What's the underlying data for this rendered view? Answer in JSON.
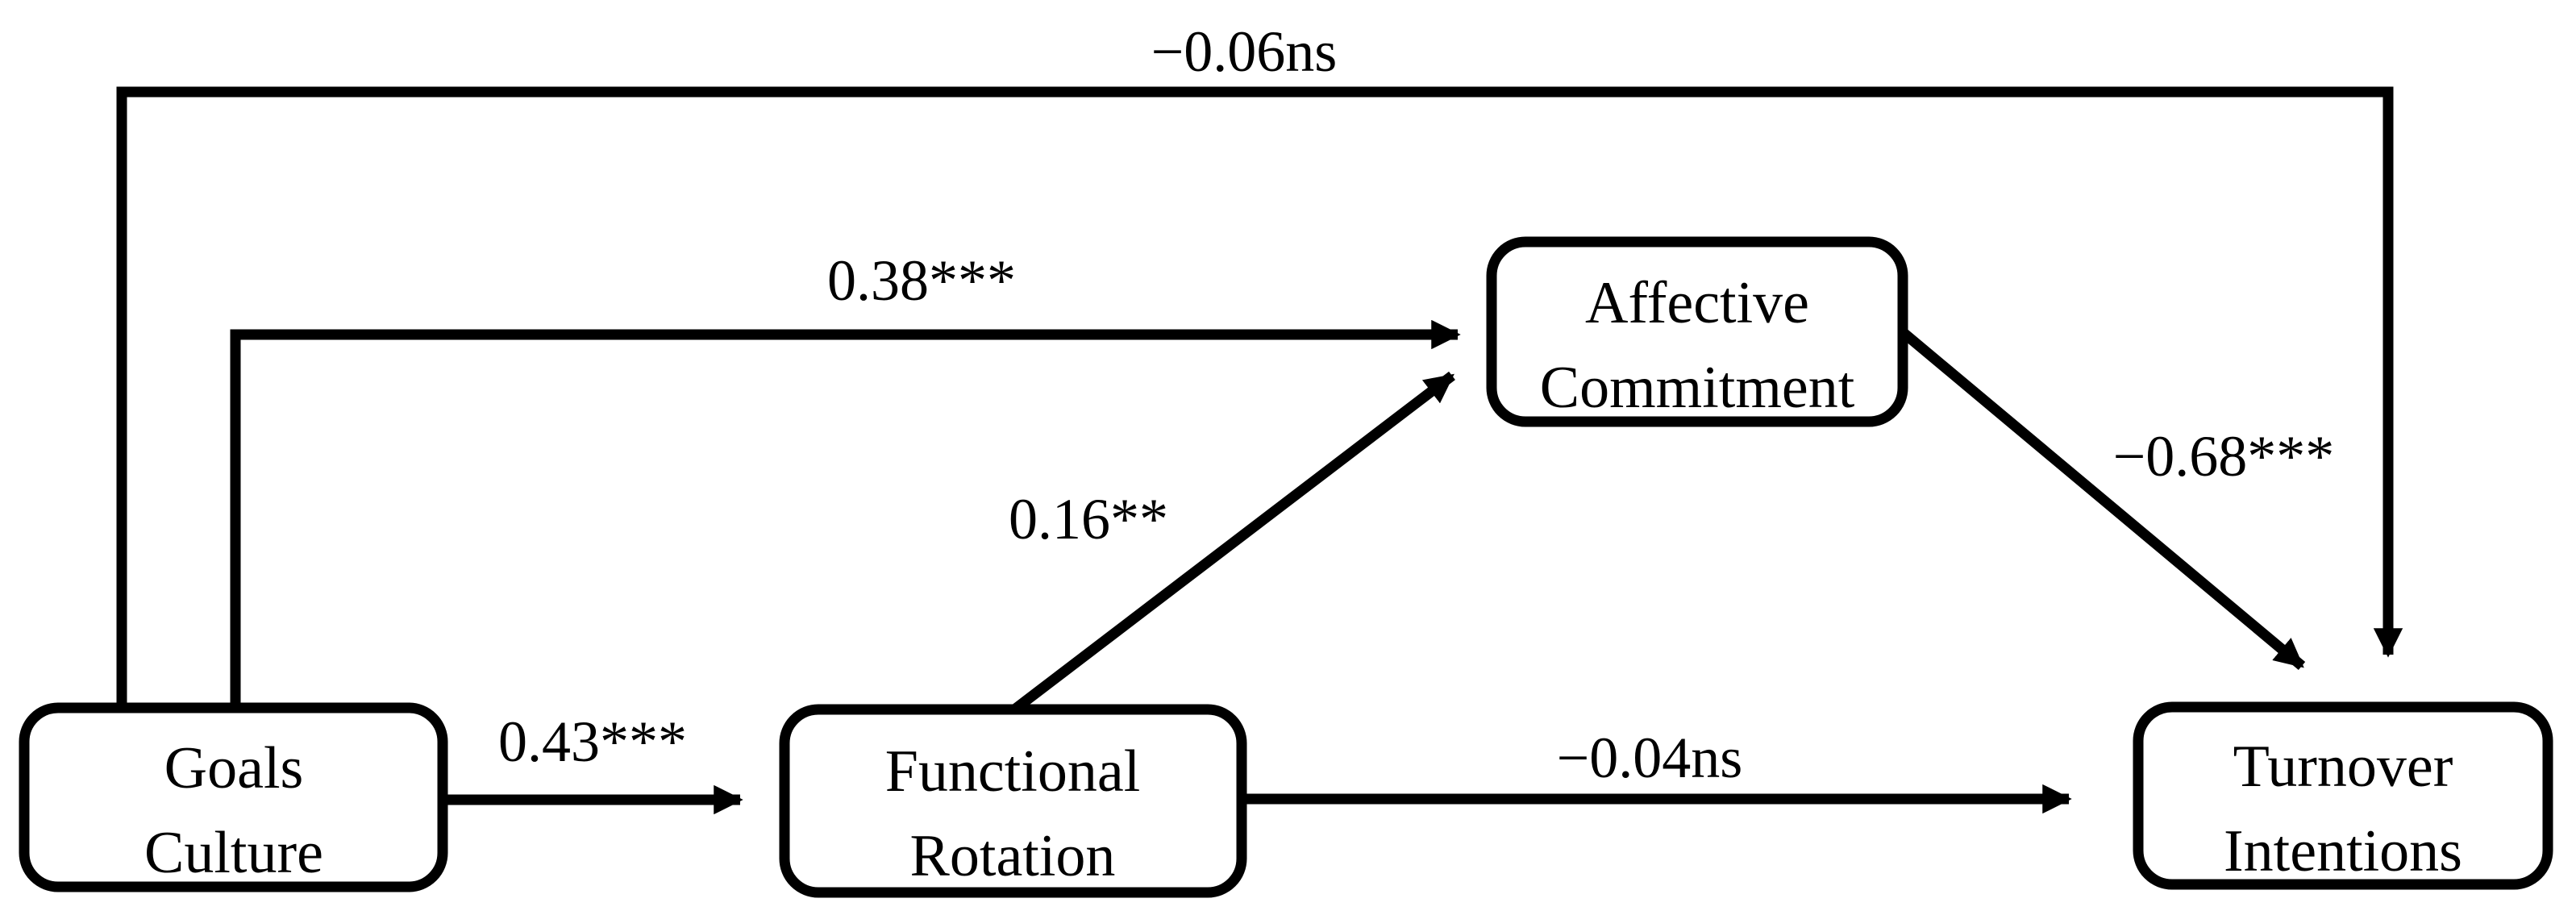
{
  "diagram": {
    "type": "mediation-path-model",
    "colors": {
      "background": "#ffffff",
      "box_fill": "#ffffff",
      "box_border": "#000000",
      "line": "#000000",
      "text": "#000000"
    },
    "nodes": {
      "goals_culture": {
        "line1": "Goals",
        "line2": "Culture"
      },
      "functional_rotation": {
        "line1": "Functional",
        "line2": "Rotation"
      },
      "affective_commitment": {
        "line1": "Affective",
        "line2": "Commitment"
      },
      "turnover_intentions": {
        "line1": "Turnover",
        "line2": "Intentions"
      }
    },
    "paths": {
      "goals_to_turnover": {
        "label": "−0.06ns"
      },
      "goals_to_affective": {
        "label": "0.38***"
      },
      "goals_to_functional": {
        "label": "0.43***"
      },
      "functional_to_affective": {
        "label": "0.16**"
      },
      "functional_to_turnover": {
        "label": "−0.04ns"
      },
      "affective_to_turnover": {
        "label": "−0.68***"
      }
    }
  }
}
